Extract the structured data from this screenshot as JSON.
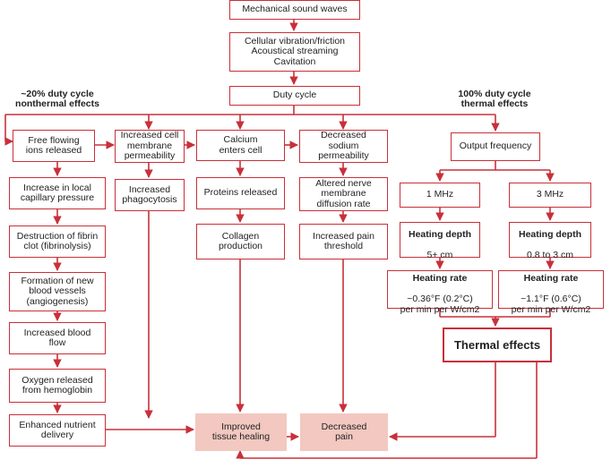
{
  "diagram": {
    "root": "Mechanical sound waves",
    "cellular": "Cellular vibration/friction\nAcoustical streaming\nCavitation",
    "duty_cycle": "Duty cycle",
    "left_label": "~20% duty cycle\nnonthermal effects",
    "right_label": "100% duty cycle\nthermal effects",
    "col1": [
      "Free flowing\nions released",
      "Increase in local\ncapillary pressure",
      "Destruction of fibrin\nclot (fibrinolysis)",
      "Formation of new\nblood vessels\n(angiogenesis)",
      "Increased blood\nflow",
      "Oxygen released\nfrom hemoglobin",
      "Enhanced nutrient\ndelivery"
    ],
    "col2": [
      "Increased cell\nmembrane\npermeability",
      "Increased\nphagocytosis"
    ],
    "col3": [
      "Calcium\nenters cell",
      "Proteins released",
      "Collagen\nproduction"
    ],
    "col4": [
      "Decreased\nsodium\npermeability",
      "Altered nerve\nmembrane\ndiffusion rate",
      "Increased pain\nthreshold"
    ],
    "output_frequency": "Output frequency",
    "freq_1": "1 MHz",
    "freq_3": "3 MHz",
    "heating_depth_label": "Heating depth",
    "depth_1": "5+ cm",
    "depth_3": "0.8 to 3 cm",
    "heating_rate_label": "Heating rate",
    "rate_1": "~0.36°F (0.2°C)\nper min per W/cm2",
    "rate_3": "~1.1°F (0.6°C)\nper min per W/cm2",
    "thermal_effects": "Thermal effects",
    "improved_healing": "Improved\ntissue healing",
    "decreased_pain": "Decreased\npain",
    "colors": {
      "line": "#c8303a",
      "outcome_fill": "#f2c8c0"
    }
  }
}
